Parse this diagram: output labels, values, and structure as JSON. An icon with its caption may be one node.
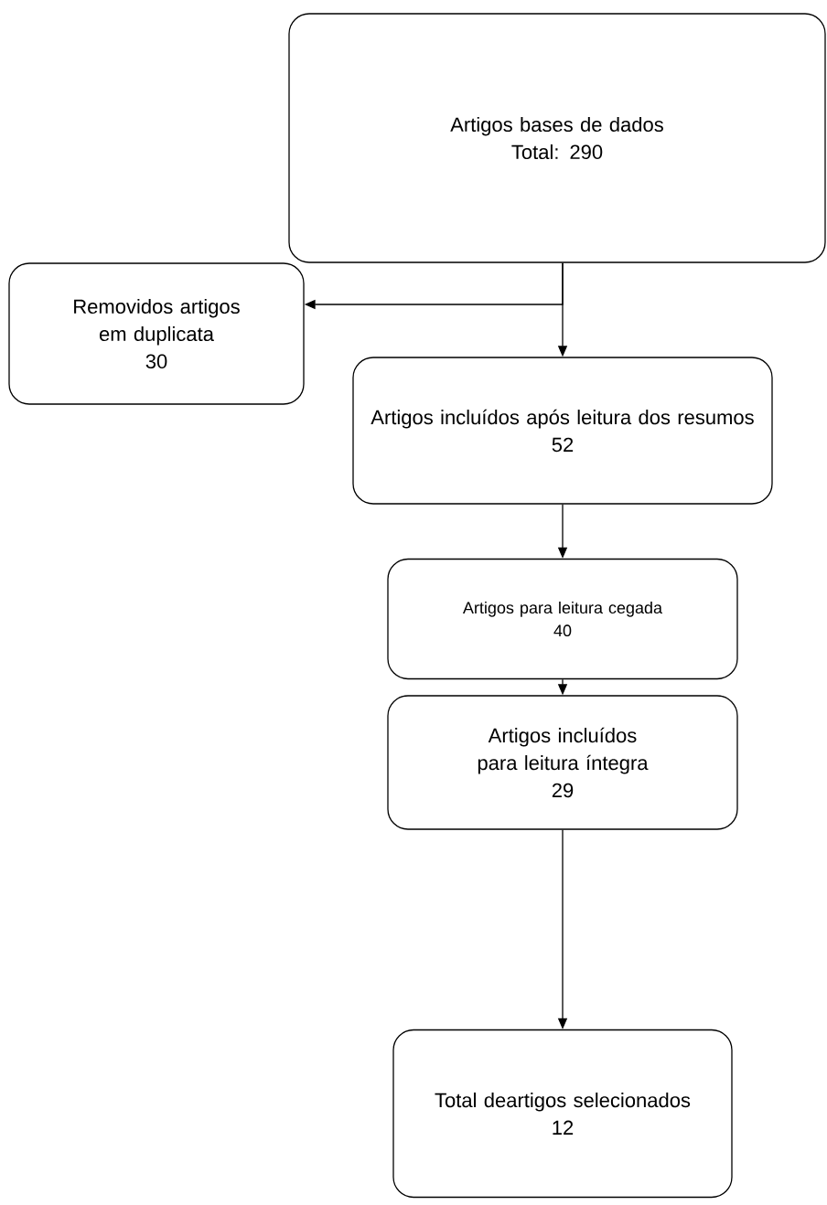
{
  "diagram": {
    "nodes": [
      {
        "text": [
          "Artigos bases de dados",
          "Total: 290"
        ]
      },
      {
        "text": [
          "Removidos artigos em duplicata",
          "30"
        ]
      },
      {
        "text": [
          "Artigos incluídos após leitura dos resumos",
          "52"
        ]
      },
      {
        "text": [
          "Artigos para leitura cegada",
          "40"
        ]
      },
      {
        "text": [
          "Artigos incluídos para leitura íntegra",
          "29"
        ]
      },
      {
        "text": [
          "Total deartigos selecionados",
          "12"
        ]
      }
    ],
    "edges": [
      {
        "from": 0,
        "to": 2,
        "arrow": "to"
      },
      {
        "from": 0,
        "to": 1,
        "arrow": "to"
      },
      {
        "from": 2,
        "to": 3,
        "arrow": "to"
      },
      {
        "from": 3,
        "to": 4,
        "arrow": "to"
      },
      {
        "from": 4,
        "to": 5,
        "arrow": "to"
      }
    ]
  }
}
